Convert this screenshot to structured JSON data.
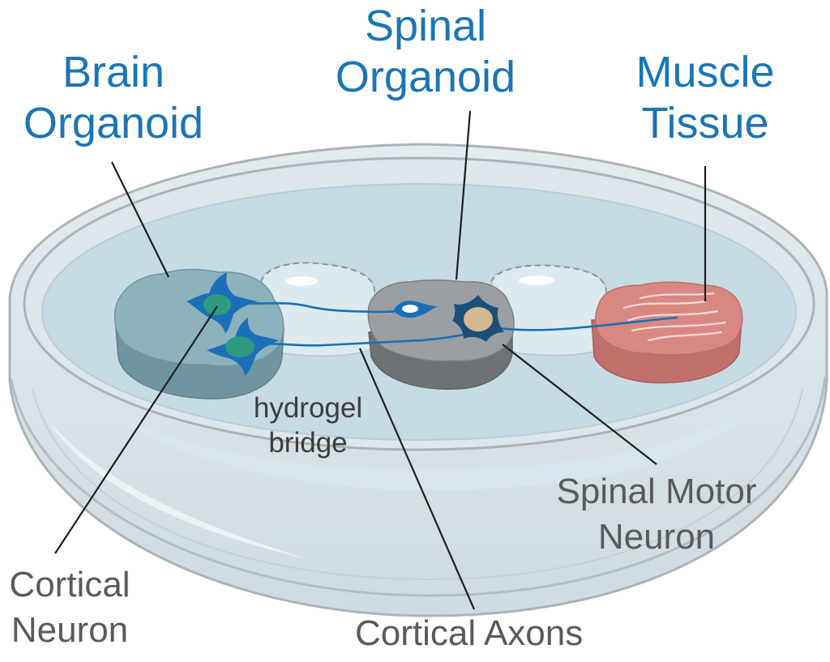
{
  "labels": {
    "brain": [
      "Brain",
      "Organoid"
    ],
    "spinal": [
      "Spinal",
      "Organoid"
    ],
    "muscle": [
      "Muscle",
      "Tissue"
    ],
    "hydrogel": [
      "hydrogel",
      "bridge"
    ],
    "motor": [
      "Spinal Motor",
      "Neuron"
    ],
    "cortical_neuron": [
      "Cortical",
      "Neuron"
    ],
    "cortical_axons": "Cortical Axons"
  },
  "colors": {
    "label_blue": "#1a75b5",
    "label_gray": "#5a5a5a",
    "dish_rim": "#d9e2e7",
    "dish_edge": "#a9b4ba",
    "medium": "#c6dbe3",
    "brain_organoid": "#8cb2bc",
    "spinal_organoid": "#9c9fa2",
    "muscle_tissue": "#d98781",
    "neuron_body": "#2f9a82",
    "motor_neuron_body": "#d2b98f",
    "axon": "#1a6fb8"
  }
}
